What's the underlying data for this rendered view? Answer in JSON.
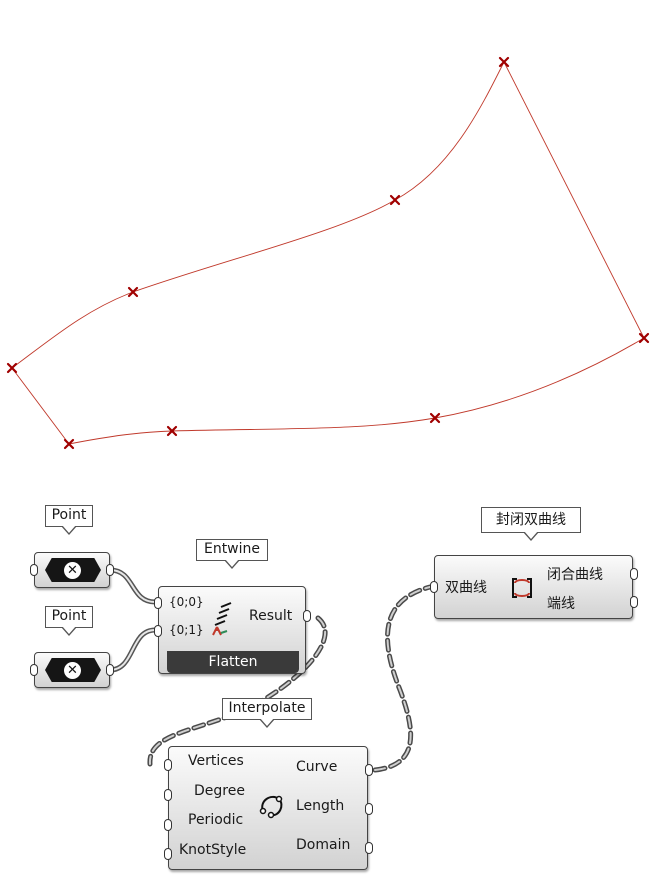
{
  "viewport": {
    "curve_color": "#c0392b",
    "point_color": "#a00000"
  },
  "components": {
    "point_1": {
      "tag": "Point",
      "icon": "x-hexagon-icon"
    },
    "point_2": {
      "tag": "Point",
      "icon": "x-hexagon-icon"
    },
    "entwine": {
      "tag": "Entwine",
      "inputs": [
        "{0;0}",
        "{0;1}"
      ],
      "output": "Result",
      "footer": "Flatten",
      "icon": "entwine-icon"
    },
    "interpolate": {
      "tag": "Interpolate",
      "inputs": [
        "Vertices",
        "Degree",
        "Periodic",
        "KnotStyle"
      ],
      "outputs": [
        "Curve",
        "Length",
        "Domain"
      ],
      "icon": "interpolate-curve-icon"
    },
    "close_curve": {
      "tag": "封闭双曲线",
      "input": "双曲线",
      "outputs": [
        "闭合曲线",
        "端线"
      ],
      "icon": "close-curve-icon"
    }
  },
  "wire_color": "#555555"
}
